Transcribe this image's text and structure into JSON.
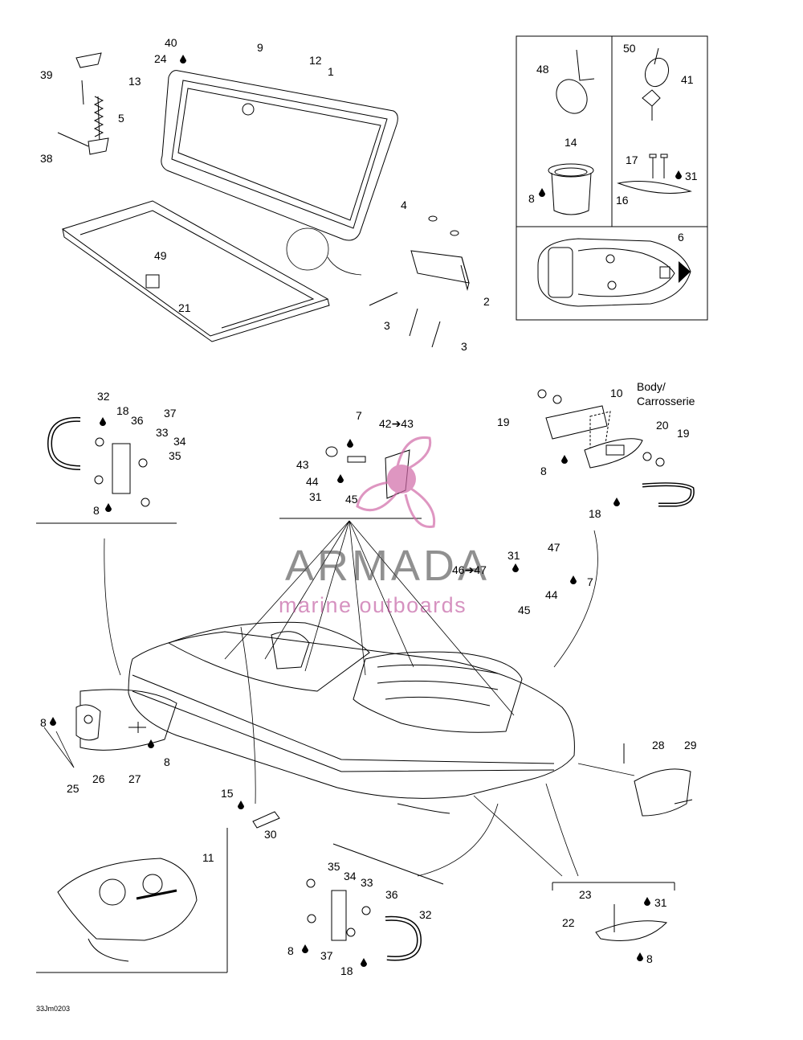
{
  "diagram_code": "33Jm0203",
  "body_label": "Body/",
  "body_label_fr": "Carrosserie",
  "watermark": {
    "brand": "ARMADA",
    "tagline": "marine outboards",
    "brand_color": "#4d4d4d",
    "accent_color": "#d16aa8"
  },
  "callout_labels": [
    "40",
    "24",
    "9",
    "12",
    "1",
    "13",
    "39",
    "5",
    "38",
    "4",
    "2",
    "3",
    "3",
    "49",
    "21",
    "48",
    "50",
    "41",
    "14",
    "17",
    "31",
    "8",
    "16",
    "6",
    "32",
    "18",
    "36",
    "37",
    "33",
    "34",
    "35",
    "8",
    "7",
    "42➔43",
    "43",
    "44",
    "31",
    "45",
    "10",
    "Body/",
    "19",
    "20",
    "19",
    "8",
    "18",
    "31",
    "47",
    "46➔47",
    "44",
    "7",
    "45",
    "8",
    "25",
    "26",
    "27",
    "8",
    "15",
    "30",
    "28",
    "29",
    "11",
    "35",
    "34",
    "33",
    "36",
    "32",
    "8",
    "37",
    "18",
    "23",
    "31",
    "22",
    "8"
  ]
}
